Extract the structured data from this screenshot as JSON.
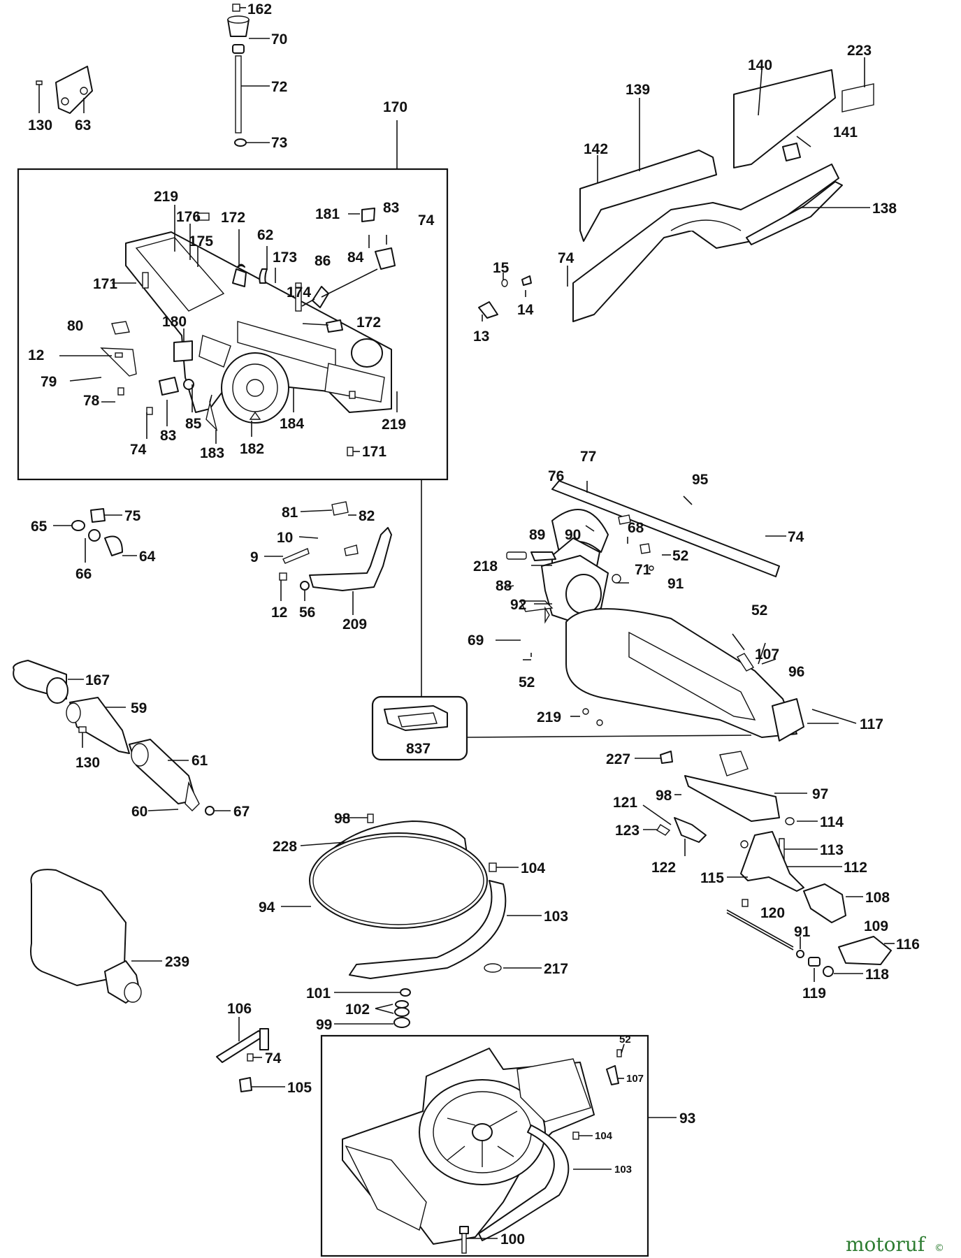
{
  "watermark": {
    "brand": "motoruf",
    "symbol": "©",
    "color": "#2e7d32"
  },
  "parts": {
    "p162": "162",
    "p70": "70",
    "p72": "72",
    "p73": "73",
    "p130a": "130",
    "p63": "63",
    "p170": "170",
    "p219a": "219",
    "p176": "176",
    "p175": "175",
    "p172a": "172",
    "p62": "62",
    "p173": "173",
    "p181": "181",
    "p83a": "83",
    "p74a": "74",
    "p86": "86",
    "p84": "84",
    "p171a": "171",
    "p174": "174",
    "p172b": "172",
    "p80": "80",
    "p180": "180",
    "p12a": "12",
    "p79": "79",
    "p78": "78",
    "p83b": "83",
    "p85": "85",
    "p74b": "74",
    "p183": "183",
    "p182": "182",
    "p184": "184",
    "p219b": "219",
    "p171b": "171",
    "p139": "139",
    "p140": "140",
    "p223": "223",
    "p142": "142",
    "p141": "141",
    "p138": "138",
    "p74c": "74",
    "p15": "15",
    "p14": "14",
    "p13": "13",
    "p65": "65",
    "p75": "75",
    "p66": "66",
    "p64": "64",
    "p81": "81",
    "p82": "82",
    "p10": "10",
    "p9": "9",
    "p12b": "12",
    "p56": "56",
    "p209": "209",
    "p77": "77",
    "p76": "76",
    "p95": "95",
    "p89": "89",
    "p90": "90",
    "p68": "68",
    "p74d": "74",
    "p52a": "52",
    "p218": "218",
    "p71": "71",
    "p88": "88",
    "p91a": "91",
    "p92": "92",
    "p52b": "52",
    "p69": "69",
    "p107a": "107",
    "p52c": "52",
    "p96": "96",
    "p219c": "219",
    "p117": "117",
    "p837": "837",
    "p167": "167",
    "p59": "59",
    "p130b": "130",
    "p61": "61",
    "p60": "60",
    "p67": "67",
    "p227": "227",
    "p98a": "98",
    "p97": "97",
    "p121": "121",
    "p114": "114",
    "p123": "123",
    "p113": "113",
    "p122": "122",
    "p112": "112",
    "p115": "115",
    "p108": "108",
    "p98b": "98",
    "p228": "228",
    "p104a": "104",
    "p94": "94",
    "p103a": "103",
    "p120": "120",
    "p109": "109",
    "p91b": "91",
    "p116": "116",
    "p118": "118",
    "p119": "119",
    "p239": "239",
    "p217": "217",
    "p101": "101",
    "p102": "102",
    "p99": "99",
    "p106": "106",
    "p74e": "74",
    "p105": "105",
    "p52d": "52",
    "p107b": "107",
    "p93": "93",
    "p104b": "104",
    "p103b": "103",
    "p100": "100"
  }
}
